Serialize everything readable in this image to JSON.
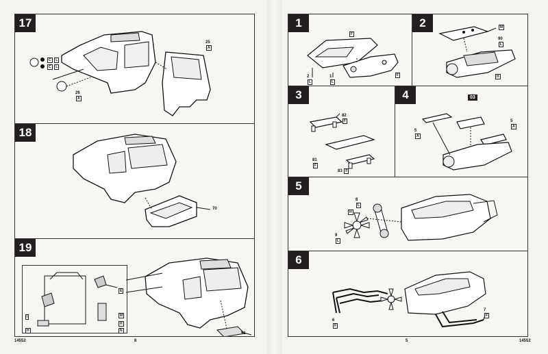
{
  "left_page": {
    "steps": [
      {
        "number": "17",
        "labels": [
          "25",
          "A",
          "26",
          "A",
          "C",
          "L",
          "C",
          "L"
        ]
      },
      {
        "number": "18",
        "labels": [
          "70"
        ]
      },
      {
        "number": "19",
        "labels": [
          "71",
          "E",
          "I",
          "H",
          "M",
          "H",
          "N"
        ]
      }
    ],
    "footer_code": "14552",
    "page_number": "8"
  },
  "right_page": {
    "steps": [
      {
        "number": "1",
        "labels": [
          "F",
          "2",
          "L",
          "1",
          "L",
          "F"
        ]
      },
      {
        "number": "2",
        "labels": [
          "M",
          "90",
          "L",
          "H"
        ]
      },
      {
        "number": "3",
        "labels": [
          "82",
          "F",
          "81",
          "F",
          "83",
          "F"
        ]
      },
      {
        "number": "4",
        "labels": [
          "03",
          "5",
          "A",
          "5",
          "A"
        ]
      },
      {
        "number": "5",
        "labels": [
          "8",
          "L",
          "H",
          "9",
          "L"
        ]
      },
      {
        "number": "6",
        "labels": [
          "6",
          "F",
          "7",
          "F"
        ]
      }
    ],
    "page_number": "5",
    "footer_code": "14552"
  }
}
